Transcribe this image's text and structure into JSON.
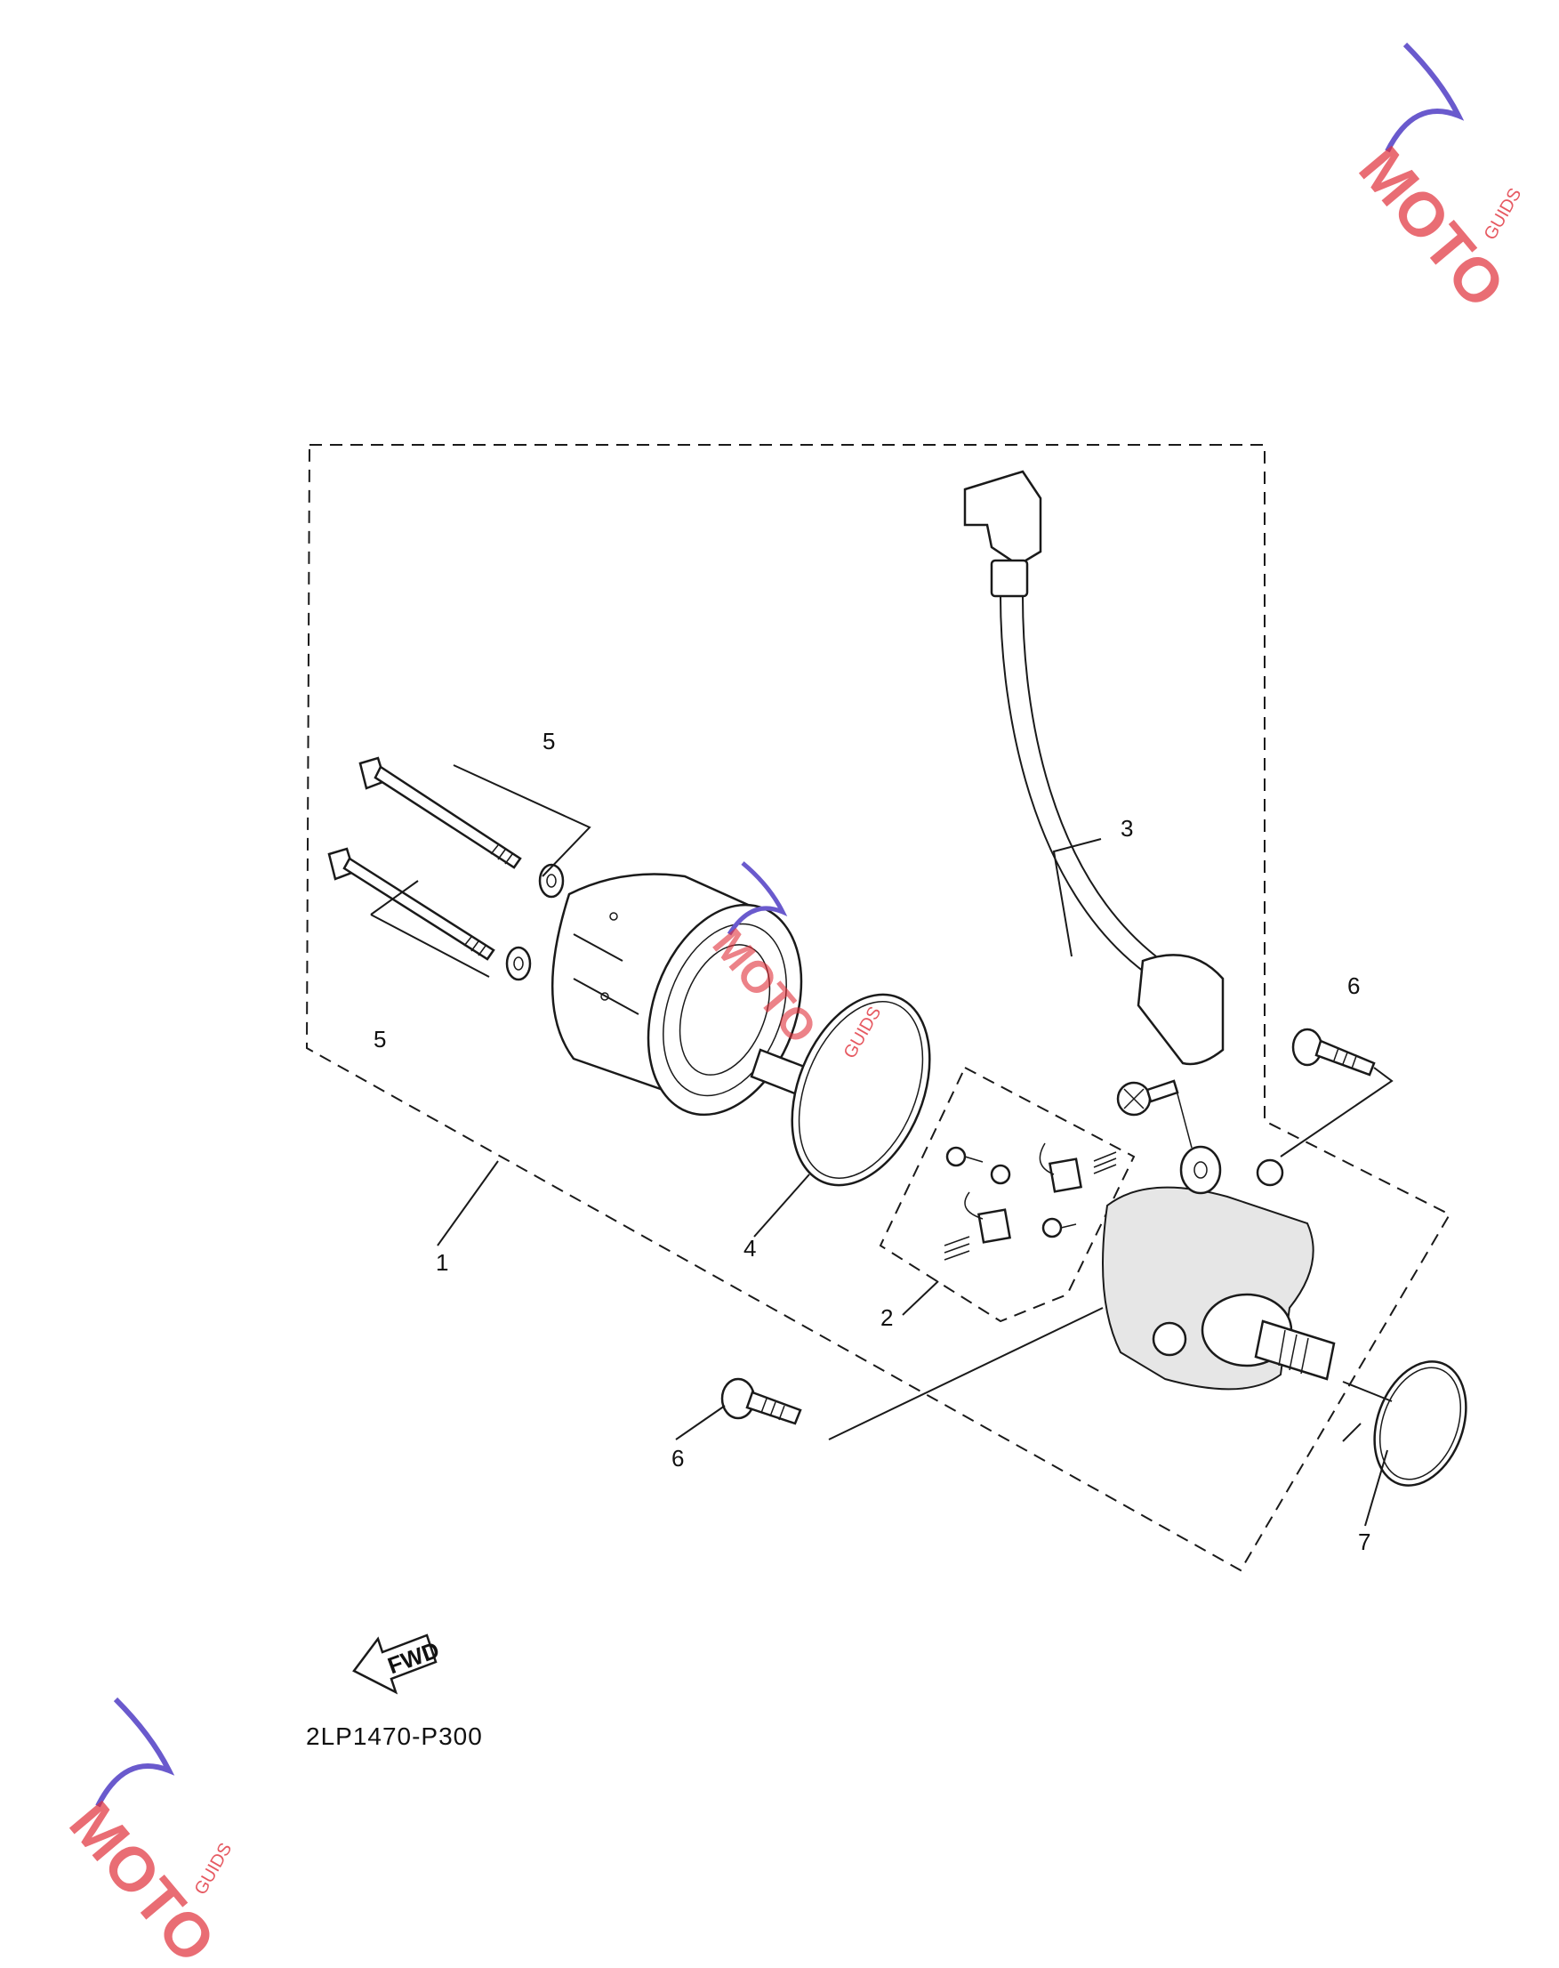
{
  "diagram": {
    "callouts": [
      {
        "id": "c1",
        "text": "1"
      },
      {
        "id": "c2",
        "text": "2"
      },
      {
        "id": "c3",
        "text": "3"
      },
      {
        "id": "c4",
        "text": "4"
      },
      {
        "id": "c5a",
        "text": "5"
      },
      {
        "id": "c5b",
        "text": "5"
      },
      {
        "id": "c6a",
        "text": "6"
      },
      {
        "id": "c6b",
        "text": "6"
      },
      {
        "id": "c7",
        "text": "7"
      }
    ],
    "fwd_label": "FWD",
    "diagram_code": "2LP1470-P300"
  },
  "watermark": {
    "text": "MOTO",
    "subtext": "GUIDS",
    "colors": {
      "wave": "#6a5acd",
      "accent": "#e0303a",
      "dark": "#333333"
    }
  }
}
